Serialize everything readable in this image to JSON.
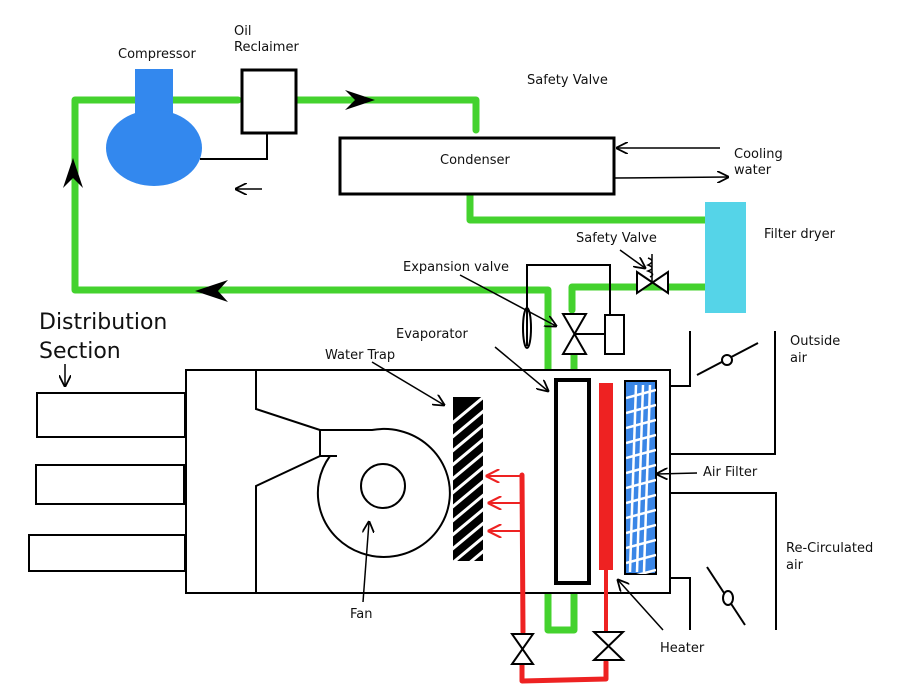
{
  "colors": {
    "refrigerant_pipe": "#44d22e",
    "compressor": "#3388ee",
    "filter_dryer": "#55d4e8",
    "heater": "#ee2222",
    "air_filter": "#3a86e6",
    "outline": "#000000"
  },
  "labels": {
    "compressor": "Compressor",
    "oil_reclaimer_line1": "Oil",
    "oil_reclaimer_line2": "Reclaimer",
    "safety_valve_top": "Safety Valve",
    "condenser": "Condenser",
    "cooling_water_line1": "Cooling",
    "cooling_water_line2": "water",
    "filter_dryer": "Filter dryer",
    "safety_valve": "Safety Valve",
    "expansion_valve": "Expansion valve",
    "distribution_line1": "Distribution",
    "distribution_line2": "Section",
    "evaporator": "Evaporator",
    "water_trap": "Water Trap",
    "outside_air_line1": "Outside",
    "outside_air_line2": "air",
    "air_filter": "Air Filter",
    "recirculated_air_line1": "Re-Circulated",
    "recirculated_air_line2": "air",
    "fan": "Fan",
    "heater": "Heater"
  }
}
